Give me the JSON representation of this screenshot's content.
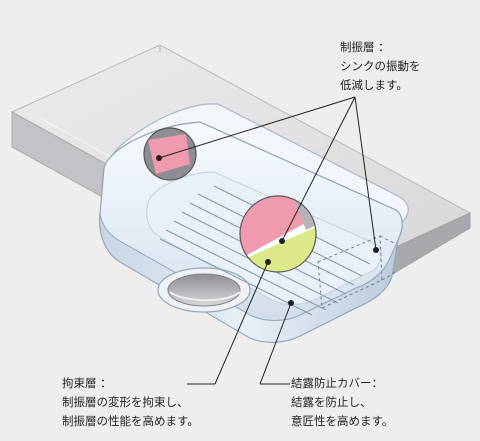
{
  "labels": {
    "damping": {
      "title": "制振層 ：",
      "lines": [
        "シンクの振動を",
        "低減します。"
      ]
    },
    "restraint": {
      "title": "拘束層 ：",
      "lines": [
        "制振層の変形を拘束し、",
        "制振層の性能を高めます。"
      ]
    },
    "anticondensation": {
      "title": "結露防止カバー：",
      "lines": [
        "結露を防止し、",
        "意匠性を高めます。"
      ]
    }
  },
  "colors": {
    "background": "#eeeeef",
    "counter_top": "#e3e3e5",
    "counter_front": "#bcbcc0",
    "basin_fill": "#dfe9f3",
    "damping_layer": "#ef9aae",
    "restraint_layer": "#dde889",
    "steel_layer": "#b3b3b8",
    "leader_line": "#222222"
  }
}
